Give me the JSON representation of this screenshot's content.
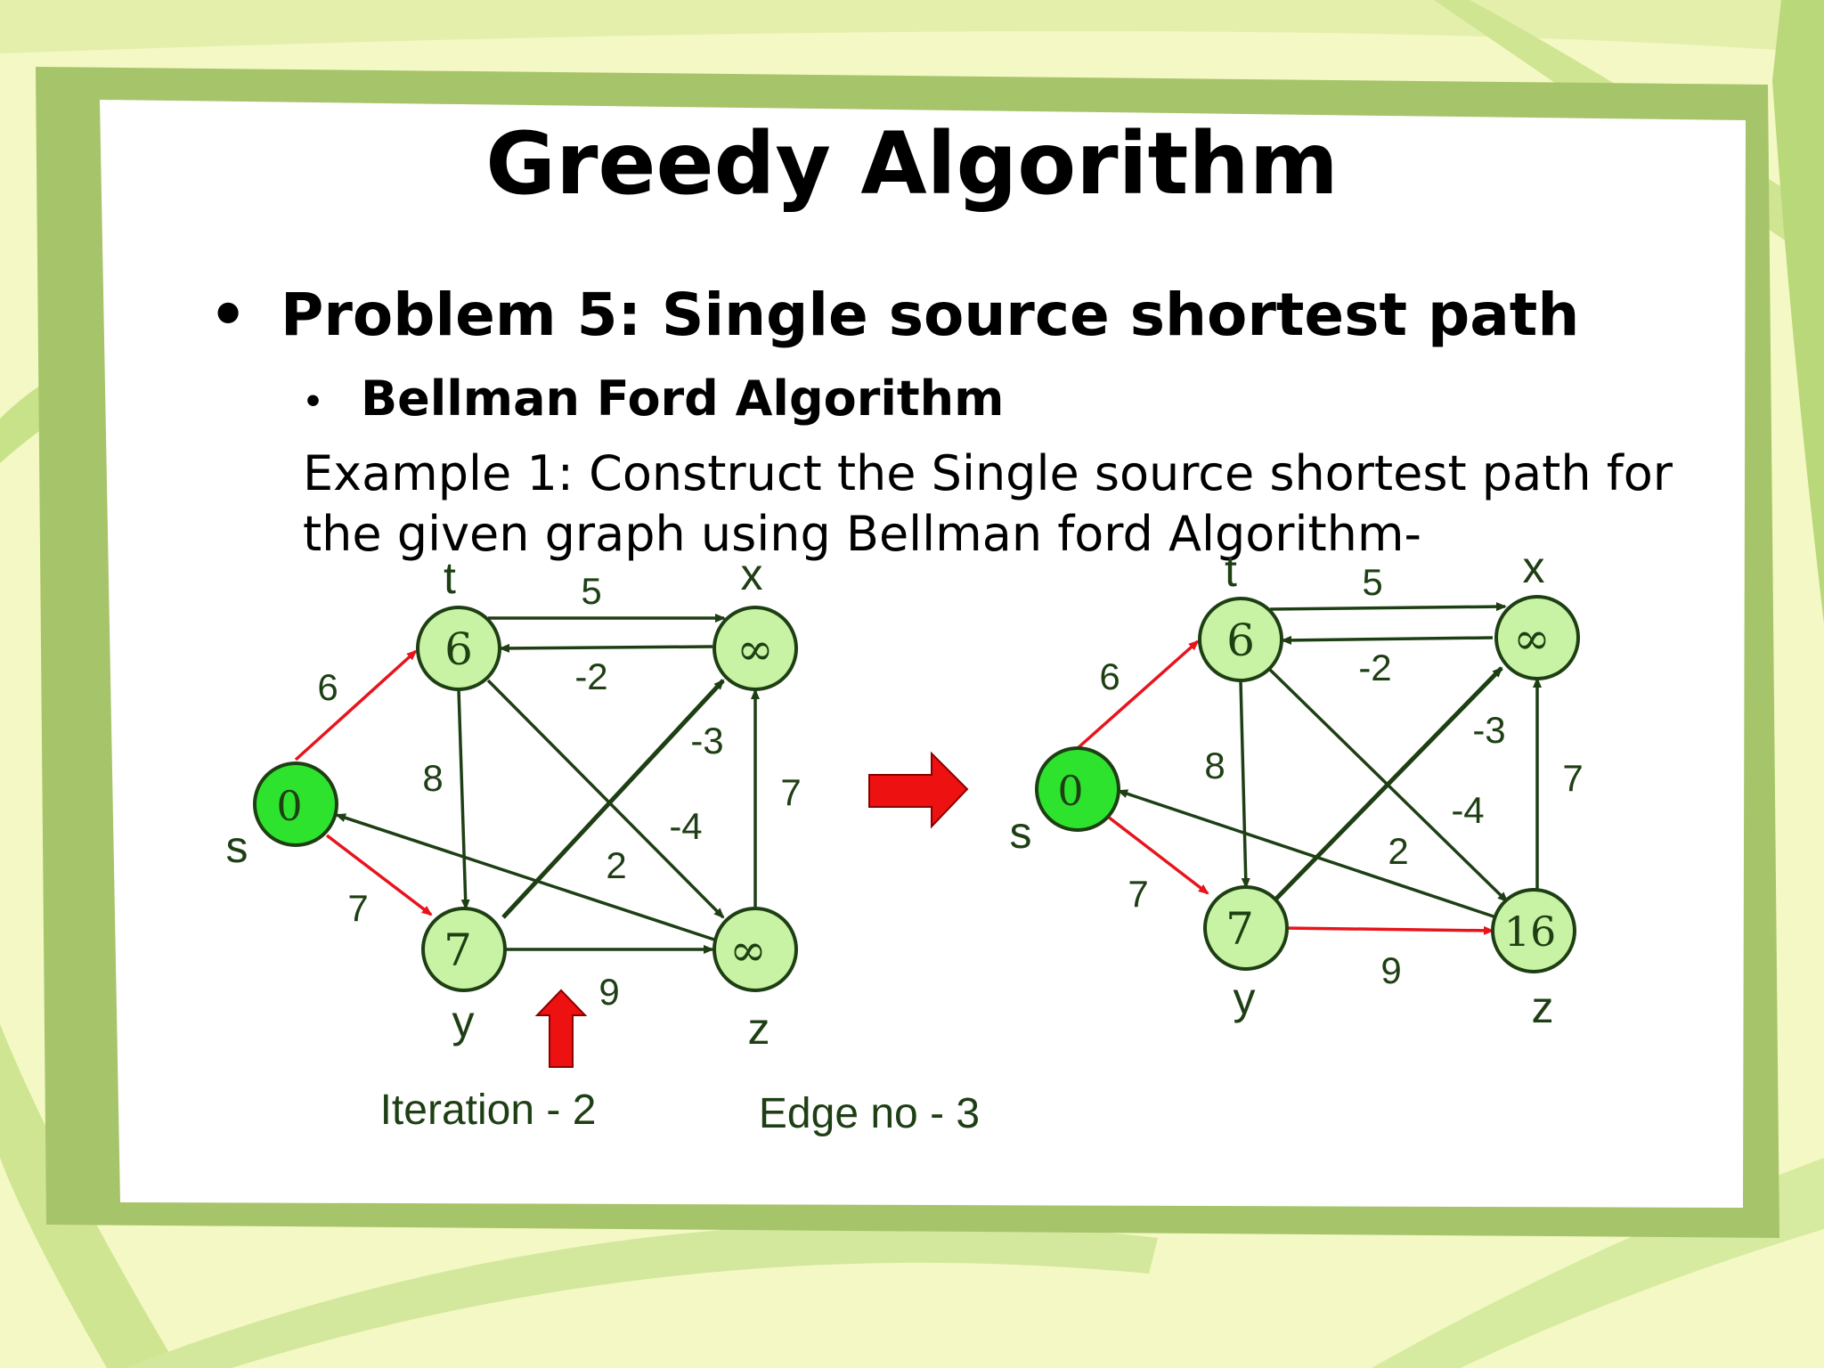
{
  "title": "Greedy Algorithm",
  "bullet1": "Problem 5: Single source shortest path",
  "bullet2": "Bellman Ford Algorithm",
  "example_text": "Example 1: Construct the Single source shortest path for the given graph using Bellman ford Algorithm-",
  "bullet_glyph": "•",
  "graph_left": {
    "node_names": {
      "t": "t",
      "x": "x",
      "s": "s",
      "y": "y",
      "z": "z"
    },
    "node_values": {
      "t": "6",
      "x": "∞",
      "s": "0",
      "y": "7",
      "z": "∞"
    },
    "edge_weights": {
      "tx": "5",
      "xt": "-2",
      "st": "6",
      "sy": "7",
      "ty": "8",
      "yx": "-3",
      "tz": "-4",
      "zx": "7",
      "zs": "2",
      "yz": "9"
    }
  },
  "graph_right": {
    "node_names": {
      "t": "t",
      "x": "x",
      "s": "s",
      "y": "y",
      "z": "z"
    },
    "node_values": {
      "t": "6",
      "x": "∞",
      "s": "0",
      "y": "7",
      "z": "16"
    },
    "edge_weights": {
      "tx": "5",
      "xt": "-2",
      "st": "6",
      "sy": "7",
      "ty": "8",
      "yx": "-3",
      "tz": "-4",
      "zx": "7",
      "zs": "2",
      "yz": "9"
    }
  },
  "iteration_label": "Iteration - 2",
  "edge_label": "Edge no - 3",
  "colors": {
    "source_node_fill": "#2ee32e",
    "node_fill": "#c9f3a4",
    "node_stroke": "#1e3f14",
    "edge_normal": "#1e3f14",
    "edge_relaxed": "#e8141c",
    "frame": "#a6c46a",
    "slide_bg": "#ffffff",
    "accent_arrow": "#ee1111"
  }
}
